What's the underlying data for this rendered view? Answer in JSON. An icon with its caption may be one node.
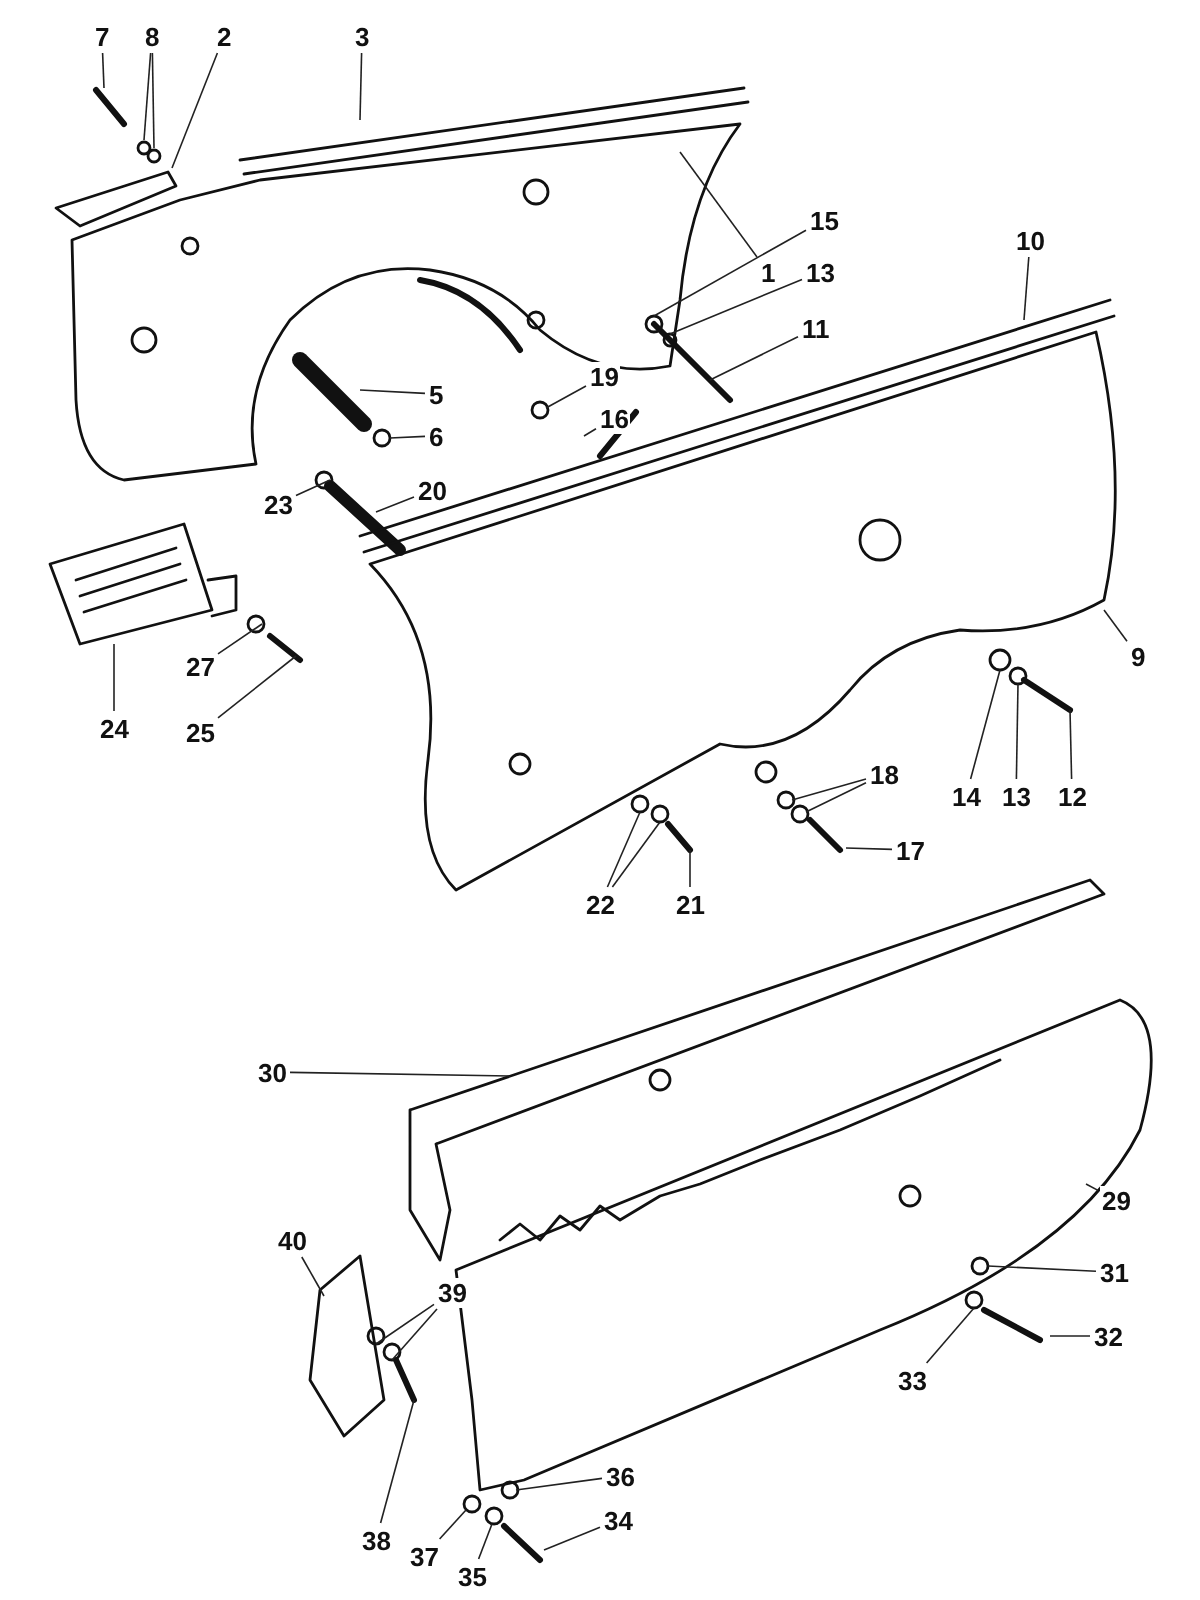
{
  "diagram": {
    "nodes": [
      {
        "text": [
          "7"
        ]
      },
      {
        "text": [
          "8"
        ]
      },
      {
        "text": [
          "2"
        ]
      },
      {
        "text": [
          "3"
        ]
      },
      {
        "text": [
          "1"
        ]
      },
      {
        "text": [
          "15"
        ]
      },
      {
        "text": [
          "13"
        ]
      },
      {
        "text": [
          "11"
        ]
      },
      {
        "text": [
          "10"
        ]
      },
      {
        "text": [
          "19"
        ]
      },
      {
        "text": [
          "16"
        ]
      },
      {
        "text": [
          "5"
        ]
      },
      {
        "text": [
          "6"
        ]
      },
      {
        "text": [
          "23"
        ]
      },
      {
        "text": [
          "20"
        ]
      },
      {
        "text": [
          "9"
        ]
      },
      {
        "text": [
          "24"
        ]
      },
      {
        "text": [
          "27"
        ]
      },
      {
        "text": [
          "25"
        ]
      },
      {
        "text": [
          "14"
        ]
      },
      {
        "text": [
          "13"
        ]
      },
      {
        "text": [
          "12"
        ]
      },
      {
        "text": [
          "18"
        ]
      },
      {
        "text": [
          "22"
        ]
      },
      {
        "text": [
          "17"
        ]
      },
      {
        "text": [
          "21"
        ]
      },
      {
        "text": [
          "30"
        ]
      },
      {
        "text": [
          "29"
        ]
      },
      {
        "text": [
          "40"
        ]
      },
      {
        "text": [
          "39"
        ]
      },
      {
        "text": [
          "31"
        ]
      },
      {
        "text": [
          "32"
        ]
      },
      {
        "text": [
          "33"
        ]
      },
      {
        "text": [
          "38"
        ]
      },
      {
        "text": [
          "36"
        ]
      },
      {
        "text": [
          "37"
        ]
      },
      {
        "text": [
          "35"
        ]
      },
      {
        "text": [
          "34"
        ]
      }
    ],
    "edges": [
      {
        "from": 0,
        "to": null,
        "arrow": "none"
      },
      {
        "from": 1,
        "to": null,
        "arrow": "none"
      },
      {
        "from": 1,
        "to": null,
        "arrow": "none"
      },
      {
        "from": 2,
        "to": null,
        "arrow": "none"
      },
      {
        "from": 3,
        "to": null,
        "arrow": "none"
      },
      {
        "from": 4,
        "to": null,
        "arrow": "none"
      },
      {
        "from": 5,
        "to": null,
        "arrow": "none"
      },
      {
        "from": 6,
        "to": null,
        "arrow": "none"
      },
      {
        "from": 7,
        "to": null,
        "arrow": "none"
      },
      {
        "from": 8,
        "to": null,
        "arrow": "none"
      },
      {
        "from": 9,
        "to": null,
        "arrow": "none"
      },
      {
        "from": 10,
        "to": null,
        "arrow": "none"
      },
      {
        "from": 11,
        "to": null,
        "arrow": "none"
      },
      {
        "from": 12,
        "to": null,
        "arrow": "none"
      },
      {
        "from": 13,
        "to": null,
        "arrow": "none"
      },
      {
        "from": 14,
        "to": null,
        "arrow": "none"
      },
      {
        "from": 15,
        "to": null,
        "arrow": "none"
      },
      {
        "from": 16,
        "to": null,
        "arrow": "none"
      },
      {
        "from": 17,
        "to": null,
        "arrow": "none"
      },
      {
        "from": 18,
        "to": null,
        "arrow": "none"
      },
      {
        "from": 19,
        "to": null,
        "arrow": "none"
      },
      {
        "from": 20,
        "to": null,
        "arrow": "none"
      },
      {
        "from": 21,
        "to": null,
        "arrow": "none"
      },
      {
        "from": 22,
        "to": null,
        "arrow": "none"
      },
      {
        "from": 22,
        "to": null,
        "arrow": "none"
      },
      {
        "from": 23,
        "to": null,
        "arrow": "none"
      },
      {
        "from": 23,
        "to": null,
        "arrow": "none"
      },
      {
        "from": 24,
        "to": null,
        "arrow": "none"
      },
      {
        "from": 25,
        "to": null,
        "arrow": "none"
      },
      {
        "from": 26,
        "to": null,
        "arrow": "none"
      },
      {
        "from": 27,
        "to": null,
        "arrow": "none"
      },
      {
        "from": 28,
        "to": null,
        "arrow": "none"
      },
      {
        "from": 29,
        "to": null,
        "arrow": "none"
      },
      {
        "from": 29,
        "to": null,
        "arrow": "none"
      },
      {
        "from": 30,
        "to": null,
        "arrow": "none"
      },
      {
        "from": 31,
        "to": null,
        "arrow": "none"
      },
      {
        "from": 32,
        "to": null,
        "arrow": "none"
      },
      {
        "from": 33,
        "to": null,
        "arrow": "none"
      },
      {
        "from": 34,
        "to": null,
        "arrow": "none"
      },
      {
        "from": 35,
        "to": null,
        "arrow": "none"
      },
      {
        "from": 36,
        "to": null,
        "arrow": "none"
      },
      {
        "from": 37,
        "to": null,
        "arrow": "none"
      }
    ]
  }
}
